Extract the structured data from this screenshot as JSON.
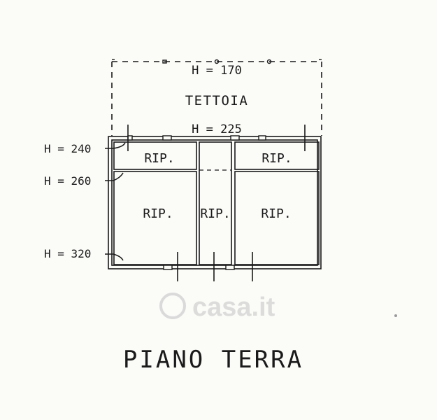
{
  "plan": {
    "title": "PIANO TERRA",
    "canopy": {
      "label": "TETTOIA",
      "height_top": "H = 170",
      "height_bottom": "H = 225"
    },
    "heights": [
      "H = 240",
      "H = 260",
      "H = 320"
    ],
    "rooms": [
      "RIP.",
      "RIP.",
      "RIP.",
      "RIP.",
      "RIP."
    ]
  },
  "watermark": {
    "text": "casa.it"
  },
  "colors": {
    "ink": "#1a1a1a",
    "paper": "#fbfbf8"
  }
}
